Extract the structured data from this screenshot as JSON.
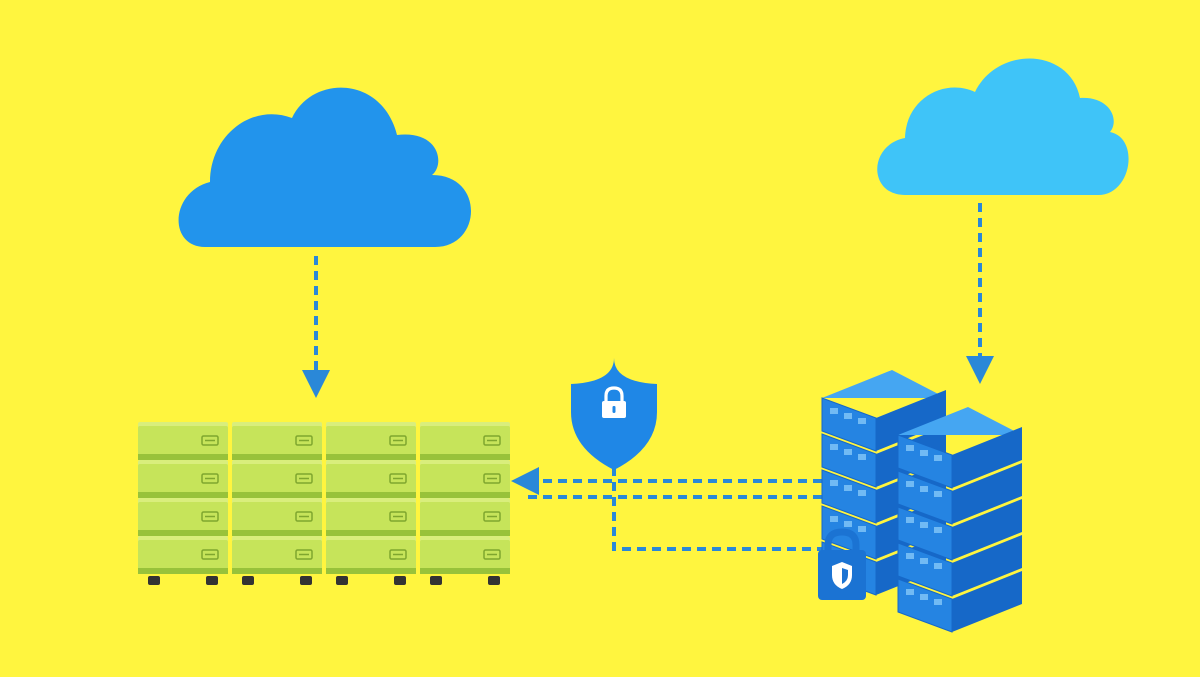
{
  "diagram": {
    "background_color": "#FFF53F",
    "colors": {
      "cloud_primary": "#2294EC",
      "cloud_secondary": "#3FC4F8",
      "connector": "#2A88D8",
      "server_front": "#2584E2",
      "server_side": "#1668C8",
      "server_top": "#45A6F2",
      "storage_face": "#C6E45A",
      "storage_side": "#98C23A",
      "storage_top": "#D9EE7C",
      "shield": "#1F87E6",
      "lock_badge": "#1B73D3"
    },
    "nodes": [
      {
        "id": "cloud-left",
        "kind": "cloud",
        "icon": "cloud-icon"
      },
      {
        "id": "cloud-right",
        "kind": "cloud",
        "icon": "cloud-icon"
      },
      {
        "id": "storage-rack",
        "kind": "storage-cabinets",
        "icon": "file-cabinet-icon",
        "units": 16
      },
      {
        "id": "server-stack",
        "kind": "servers",
        "icon": "server-rack-icon",
        "units": 10
      },
      {
        "id": "security-shield",
        "kind": "shield",
        "icon": "shield-lock-icon"
      },
      {
        "id": "lock-badge",
        "kind": "padlock",
        "icon": "padlock-shield-icon"
      }
    ],
    "connectors": [
      {
        "from": "cloud-left",
        "to": "storage-rack",
        "style": "dashed",
        "arrow": true
      },
      {
        "from": "cloud-right",
        "to": "server-stack",
        "style": "dashed",
        "arrow": true
      },
      {
        "from": "server-stack",
        "to": "storage-rack",
        "style": "dashed",
        "arrow": true
      },
      {
        "from": "server-stack",
        "to": "security-shield",
        "style": "dashed",
        "arrow": false
      }
    ]
  }
}
